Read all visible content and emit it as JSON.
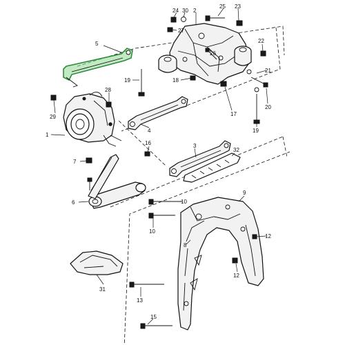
{
  "diagram": {
    "highlight_color": "#2e8b3e",
    "highlighted_part": "5",
    "callouts": [
      {
        "id": "c1",
        "text": "1"
      },
      {
        "id": "c2",
        "text": "2"
      },
      {
        "id": "c3",
        "text": "3"
      },
      {
        "id": "c4",
        "text": "4"
      },
      {
        "id": "c5",
        "text": "5"
      },
      {
        "id": "c6",
        "text": "6"
      },
      {
        "id": "c7",
        "text": "7"
      },
      {
        "id": "c8",
        "text": "8"
      },
      {
        "id": "c9",
        "text": "9"
      },
      {
        "id": "c10a",
        "text": "10"
      },
      {
        "id": "c10b",
        "text": "10"
      },
      {
        "id": "c12a",
        "text": "12"
      },
      {
        "id": "c12b",
        "text": "12"
      },
      {
        "id": "c13",
        "text": "13"
      },
      {
        "id": "c15",
        "text": "15"
      },
      {
        "id": "c16",
        "text": "16"
      },
      {
        "id": "c17",
        "text": "17"
      },
      {
        "id": "c18",
        "text": "18"
      },
      {
        "id": "c19a",
        "text": "19"
      },
      {
        "id": "c19b",
        "text": "19"
      },
      {
        "id": "c20",
        "text": "20"
      },
      {
        "id": "c21",
        "text": "21"
      },
      {
        "id": "c22",
        "text": "22"
      },
      {
        "id": "c23",
        "text": "23"
      },
      {
        "id": "c24",
        "text": "24"
      },
      {
        "id": "c25",
        "text": "25"
      },
      {
        "id": "c26",
        "text": "26"
      },
      {
        "id": "c27",
        "text": "27"
      },
      {
        "id": "c28",
        "text": "28"
      },
      {
        "id": "c29",
        "text": "29"
      },
      {
        "id": "c30",
        "text": "30"
      },
      {
        "id": "c31",
        "text": "31"
      },
      {
        "id": "c32",
        "text": "32"
      }
    ]
  }
}
